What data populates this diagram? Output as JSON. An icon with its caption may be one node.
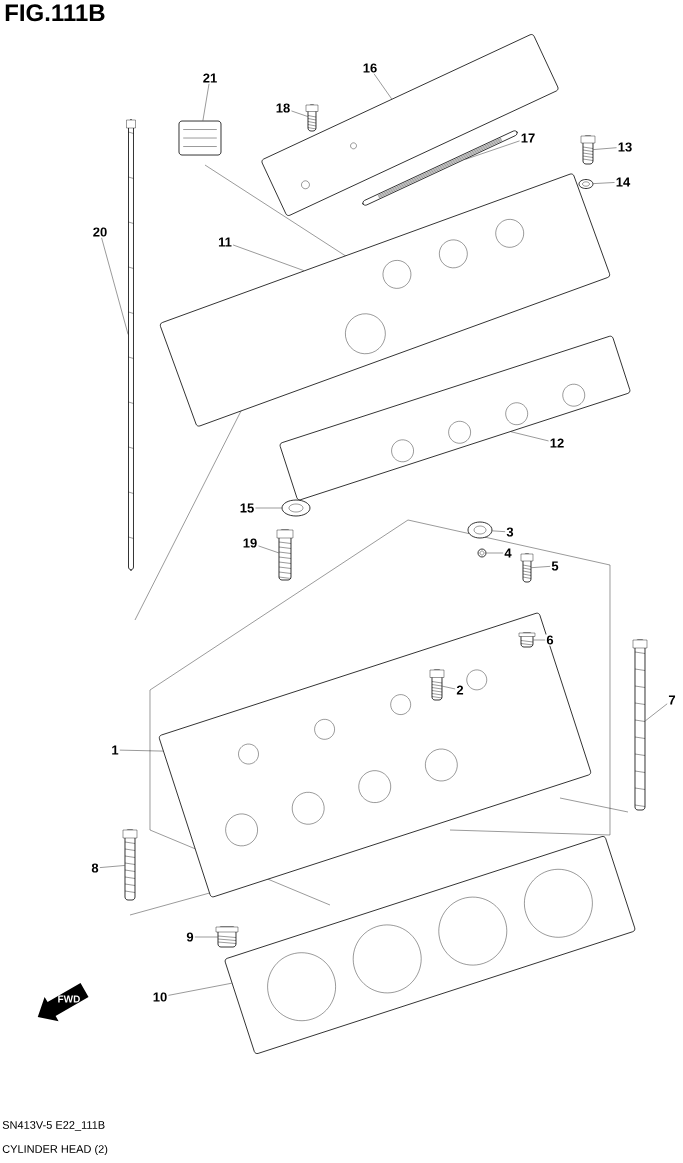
{
  "diagram": {
    "title": "FIG.111B",
    "caption": "CYLINDER HEAD (2)",
    "nodes": [
      {
        "text": [
          "21"
        ]
      },
      {
        "text": [],
        "shape": "picture"
      },
      {
        "text": [
          "16"
        ]
      },
      {
        "text": [],
        "shape": "picture"
      },
      {
        "text": [
          "18"
        ]
      },
      {
        "text": [],
        "shape": "picture"
      },
      {
        "text": [
          "17"
        ]
      },
      {
        "text": [],
        "shape": "picture"
      },
      {
        "text": [
          "13"
        ]
      },
      {
        "text": [],
        "shape": "picture"
      },
      {
        "text": [
          "14"
        ]
      },
      {
        "text": [],
        "shape": "picture"
      },
      {
        "text": [
          "20"
        ]
      },
      {
        "text": [],
        "shape": "picture"
      },
      {
        "text": [
          "11"
        ]
      },
      {
        "text": [],
        "shape": "picture"
      },
      {
        "text": [
          "12"
        ]
      },
      {
        "text": [],
        "shape": "picture"
      },
      {
        "text": [
          "15"
        ]
      },
      {
        "text": [],
        "shape": "picture"
      },
      {
        "text": [
          "19"
        ]
      },
      {
        "text": [],
        "shape": "picture"
      },
      {
        "text": [
          "3"
        ]
      },
      {
        "text": [],
        "shape": "picture"
      },
      {
        "text": [
          "4"
        ]
      },
      {
        "text": [],
        "shape": "picture"
      },
      {
        "text": [
          "5"
        ]
      },
      {
        "text": [],
        "shape": "picture"
      },
      {
        "text": [
          "6"
        ]
      },
      {
        "text": [],
        "shape": "picture",
        "in": 35
      },
      {
        "text": [
          "2"
        ],
        "in": 35
      },
      {
        "text": [],
        "shape": "picture",
        "in": 35
      },
      {
        "text": [
          "7"
        ]
      },
      {
        "text": [],
        "shape": "picture"
      },
      {
        "text": [
          "1"
        ]
      },
      {
        "text": [],
        "shape": "picture"
      },
      {
        "text": [
          "8"
        ]
      },
      {
        "text": [],
        "shape": "picture"
      },
      {
        "text": [
          "9"
        ]
      },
      {
        "text": [],
        "shape": "picture"
      },
      {
        "text": [
          "10"
        ]
      },
      {
        "text": [],
        "shape": "picture"
      }
    ],
    "edges": [
      {
        "from": 0,
        "to": 1,
        "arrow": "none"
      },
      {
        "from": 2,
        "to": 3,
        "arrow": "none"
      },
      {
        "from": 4,
        "to": 5,
        "arrow": "none"
      },
      {
        "from": 6,
        "to": 7,
        "arrow": "none"
      },
      {
        "from": 8,
        "to": 9,
        "arrow": "none"
      },
      {
        "from": 10,
        "to": 11,
        "arrow": "none"
      },
      {
        "from": 12,
        "to": 13,
        "arrow": "none"
      },
      {
        "from": 14,
        "to": 15,
        "arrow": "none"
      },
      {
        "from": 16,
        "to": 17,
        "arrow": "none"
      },
      {
        "from": 18,
        "to": 19,
        "arrow": "none"
      },
      {
        "from": 20,
        "to": 21,
        "arrow": "none"
      },
      {
        "from": 22,
        "to": 23,
        "arrow": "none"
      },
      {
        "from": 24,
        "to": 25,
        "arrow": "none"
      },
      {
        "from": 26,
        "to": 27,
        "arrow": "none"
      },
      {
        "from": 28,
        "to": 29,
        "arrow": "none"
      },
      {
        "from": 30,
        "to": 31,
        "arrow": "none"
      },
      {
        "from": 32,
        "to": 33,
        "arrow": "none"
      },
      {
        "from": 34,
        "to": 35,
        "arrow": "none"
      },
      {
        "from": 36,
        "to": 37,
        "arrow": "none"
      },
      {
        "from": 38,
        "to": 39,
        "arrow": "none"
      },
      {
        "from": 40,
        "to": 41,
        "arrow": "none"
      }
    ],
    "labels": [
      "FWD",
      "SN413V-5 E22_111B"
    ]
  }
}
